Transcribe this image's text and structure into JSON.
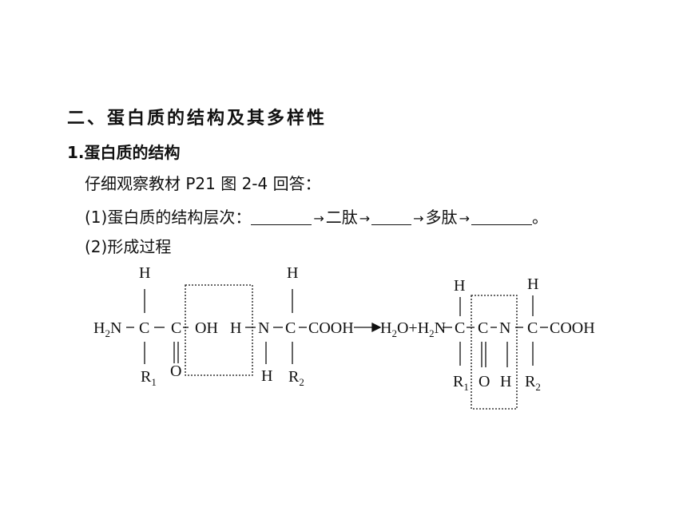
{
  "section": {
    "title": "二、蛋白质的结构及其多样性"
  },
  "subsection": {
    "title": "1.蛋白质的结构"
  },
  "instruction": "仔细观察教材 P21 图 2-4 回答：",
  "question1": {
    "prefix": "(1)蛋白质的结构层次：",
    "arrow": "→",
    "step_dipeptide": "二肽",
    "step_polypeptide": "多肽",
    "end": "。"
  },
  "question2": {
    "label": "(2)形成过程"
  },
  "reaction": {
    "H": "H",
    "N": "N",
    "C": "C",
    "O": "O",
    "OH": "OH",
    "COOH": "COOH",
    "plus": "+",
    "arrow": "→",
    "sub2": "2",
    "sub1": "1",
    "R": "R"
  }
}
